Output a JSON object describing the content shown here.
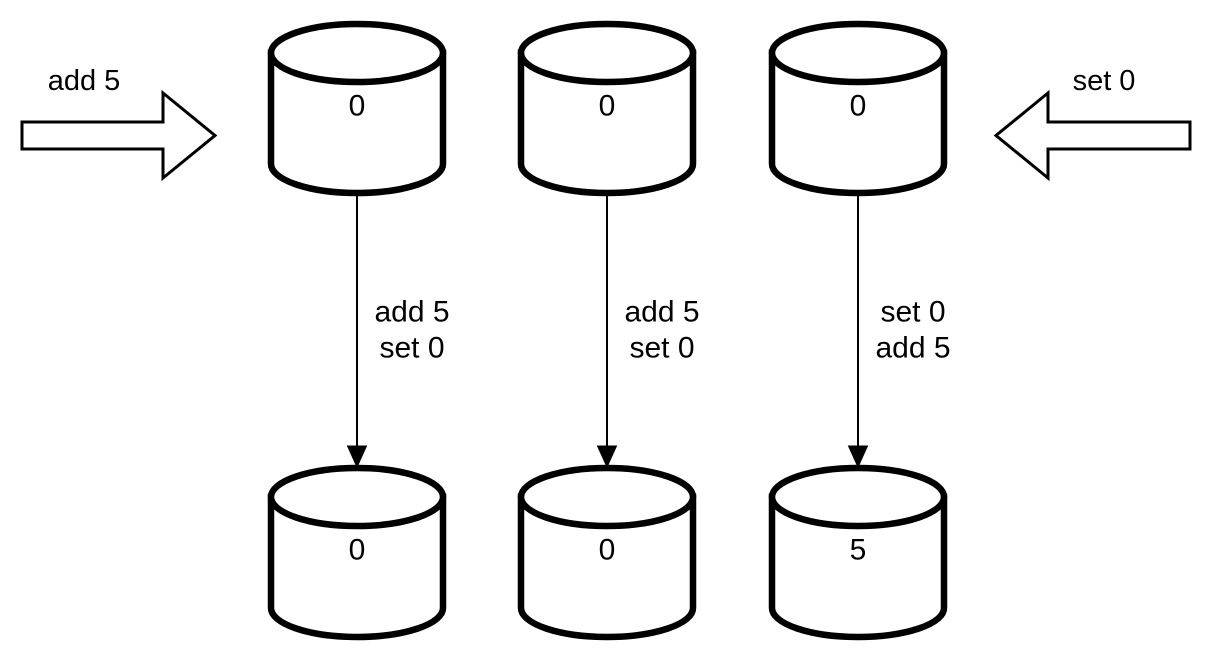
{
  "diagram": {
    "title": "replicated-counter-operations-diagram",
    "colors": {
      "stroke": "#000000",
      "fill": "#ffffff",
      "background": "#ffffff"
    },
    "external_inputs": {
      "left": {
        "label": "add 5",
        "direction": "right"
      },
      "right": {
        "label": "set 0",
        "direction": "left"
      }
    },
    "replicas": [
      {
        "initial_value": "0",
        "operation_line1": "add 5",
        "operation_line2": "set 0",
        "final_value": "0"
      },
      {
        "initial_value": "0",
        "operation_line1": "add 5",
        "operation_line2": "set 0",
        "final_value": "0"
      },
      {
        "initial_value": "0",
        "operation_line1": "set 0",
        "operation_line2": "add 5",
        "final_value": "5"
      }
    ]
  }
}
